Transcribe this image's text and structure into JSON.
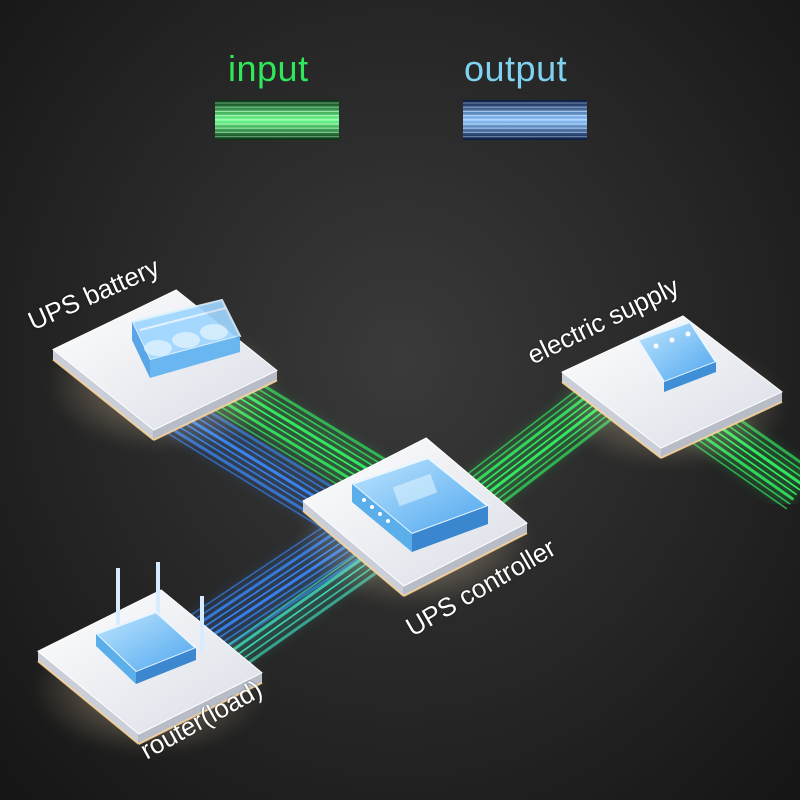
{
  "legend": {
    "input_label": "input",
    "output_label": "output",
    "input_color": "#2ee85a",
    "output_color": "#7fd2f2"
  },
  "nodes": {
    "battery": "UPS battery",
    "supply": "electric supply",
    "controller": "UPS controller",
    "router": "router(load)"
  },
  "colors": {
    "input_beam": "#33ff66",
    "output_beam": "#3a8bff",
    "tile": "#eef0f4",
    "device": "#6ec3ff"
  },
  "icons": {
    "battery": "battery-pack-icon",
    "supply": "power-adapter-icon",
    "controller": "ups-controller-icon",
    "router": "wifi-router-icon"
  }
}
